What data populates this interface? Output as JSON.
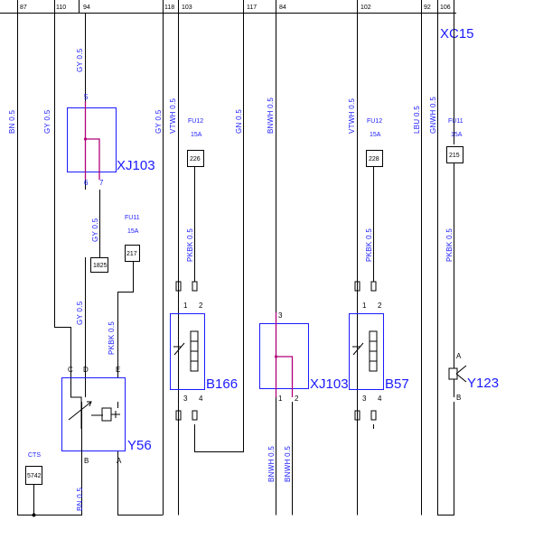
{
  "columns": [
    "87",
    "110",
    "94",
    "118",
    "103",
    "117",
    "84",
    "102",
    "92",
    "106"
  ],
  "connector_xc15": "XC15",
  "wire_colors": {
    "bn_left": "BN 0.5",
    "gy_left": "GY 0.5",
    "gy_top": "GY 0.5",
    "gy_right": "GY 0.5",
    "vtwh_1": "VTWH 0.5",
    "gn": "GN 0.5",
    "bnwh_top": "BNWH 0.5",
    "vtwh_2": "VTWH 0.5",
    "lbu": "LBU 0.5",
    "gnwh": "GNWH 0.5",
    "gy_mid": "GY 0.5",
    "pkbk_1": "PKBK 0.5",
    "gy_low": "GY 0.5",
    "pkbk_2": "PKBK 0.5",
    "pkbk_3": "PKBK 0.5",
    "pkbk_4": "PKBK 0.5",
    "bn_bottom": "BN 0.5",
    "bnwh_b1": "BNWH 0.5",
    "bnwh_b2": "BNWH 0.5"
  },
  "fuses": {
    "fu12_a": {
      "name": "FU12",
      "rating": "15A",
      "ref": "226"
    },
    "fu11_a": {
      "name": "FU11",
      "rating": "15A",
      "ref": "217"
    },
    "fu12_b": {
      "name": "FU12",
      "rating": "15A",
      "ref": "228"
    },
    "fu11_b": {
      "name": "FU11",
      "rating": "15A",
      "ref": "215"
    }
  },
  "ref_boxes": {
    "ref_1825": "1825",
    "cts_ref": "5742"
  },
  "cts_label": "CTS",
  "components": {
    "xj103_top": "XJ103",
    "xj103_mid": "XJ103",
    "b166": "B166",
    "b57": "B57",
    "y56": "Y56",
    "y123": "Y123"
  },
  "pins": {
    "xj103_top_5": "5",
    "xj103_top_6": "6",
    "xj103_top_7": "7",
    "y56_c": "C",
    "y56_d": "D",
    "y56_e": "E",
    "y56_b": "B",
    "y56_a": "A",
    "b166_1": "1",
    "b166_2": "2",
    "b166_3": "3",
    "b166_4": "4",
    "xj103_mid_3": "3",
    "xj103_mid_1": "1",
    "xj103_mid_2": "2",
    "b57_1": "1",
    "b57_2": "2",
    "b57_3": "3",
    "b57_4": "4",
    "y123_a": "A",
    "y123_b": "B"
  }
}
